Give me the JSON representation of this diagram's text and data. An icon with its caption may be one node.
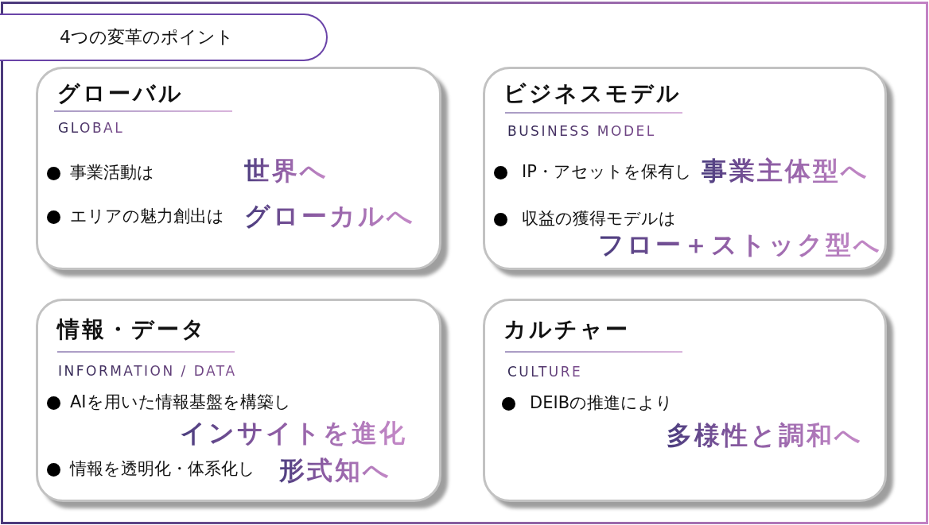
{
  "diagram": {
    "nodes": [
      {
        "text": [
          "4つの変革のポイント"
        ]
      },
      {
        "text": [
          "グローバル",
          "GLOBAL",
          "事業活動は",
          "世界へ",
          "エリアの魅力創出は",
          "グローカルへ"
        ]
      },
      {
        "text": [
          "ビジネスモデル",
          "BUSINESS MODEL",
          "IP・アセットを保有し",
          "事業主体型へ",
          "収益の獲得モデルは",
          "フロー＋ストック型へ"
        ]
      },
      {
        "text": [
          "情報・データ",
          "INFORMATION / DATA",
          "AIを用いた情報基盤を構築し",
          "インサイトを進化",
          "情報を透明化・体系化し",
          "形式知へ"
        ]
      },
      {
        "text": [
          "カルチャー",
          "CULTURE",
          "DEIBの推進により",
          "多様性と調和へ"
        ]
      }
    ]
  }
}
